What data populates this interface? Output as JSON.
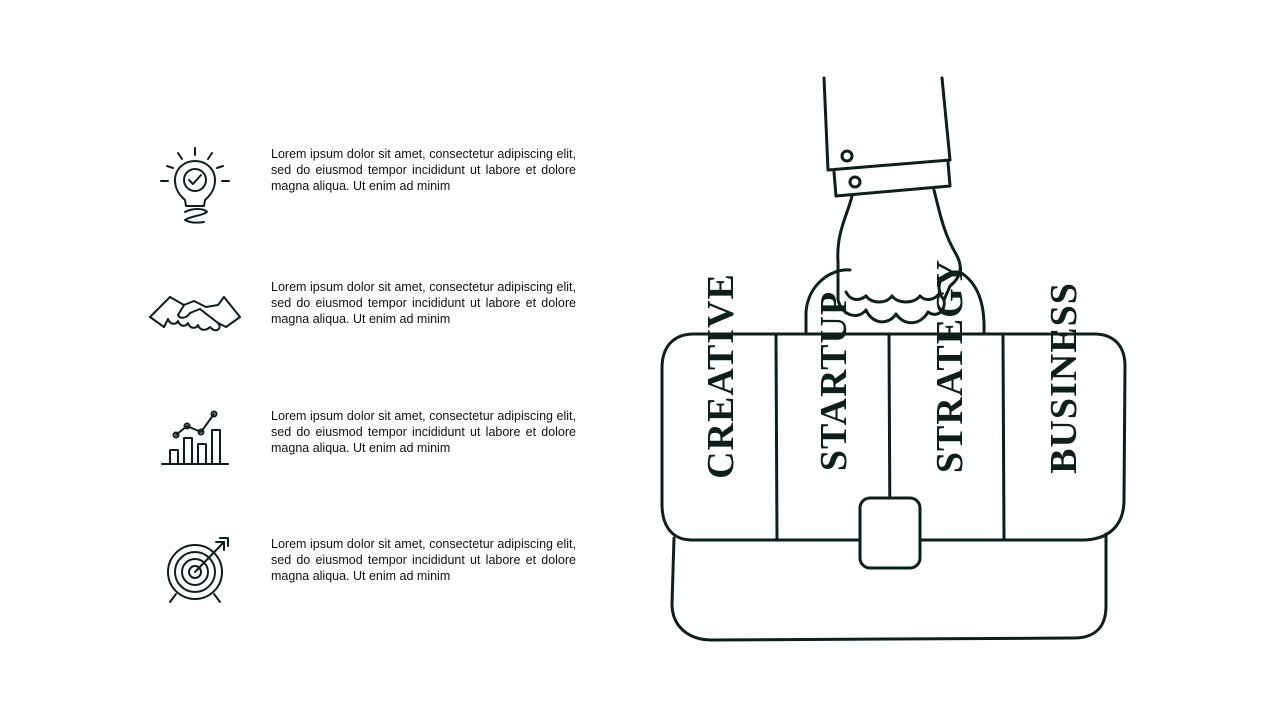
{
  "colors": {
    "ink": "#0b2118",
    "text": "#111111",
    "background": "#ffffff"
  },
  "items": [
    {
      "icon": "lightbulb-check-icon",
      "text": "Lorem ipsum dolor sit amet, consectetur adipiscing elit, sed do eiusmod tempor incididunt ut labore et dolore magna aliqua. Ut enim ad minim"
    },
    {
      "icon": "handshake-icon",
      "text": "Lorem ipsum dolor sit amet, consectetur adipiscing elit, sed do eiusmod tempor incididunt ut labore et dolore magna aliqua. Ut enim ad minim"
    },
    {
      "icon": "growth-chart-icon",
      "text": "Lorem ipsum dolor sit amet, consectetur adipiscing elit, sed do eiusmod tempor incididunt ut labore et dolore magna aliqua. Ut enim ad minim"
    },
    {
      "icon": "target-arrow-icon",
      "text": "Lorem ipsum dolor sit amet, consectetur adipiscing elit, sed do eiusmod tempor incididunt ut labore et dolore magna aliqua. Ut enim ad minim"
    }
  ],
  "briefcase": {
    "labels": [
      "CREATIVE",
      "STARTUP",
      "STRATEGY",
      "BUSINESS"
    ]
  }
}
